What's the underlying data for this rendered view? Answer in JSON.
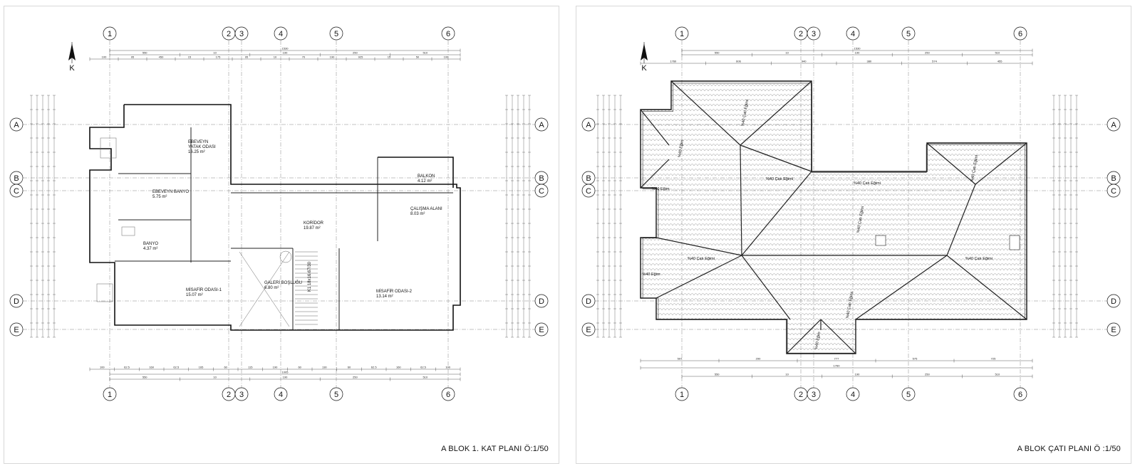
{
  "sheets": {
    "left": {
      "title": "A BLOK  1. KAT PLANI Ö:1/50",
      "north": "K",
      "rooms": [
        {
          "name": "EBEVEYN",
          "line2": "YATAK ODASI",
          "area": "16.25 m²"
        },
        {
          "name": "EBEVEYN BANYO",
          "area": "5.75 m²"
        },
        {
          "name": "BANYO",
          "area": "4.37 m²"
        },
        {
          "name": "MİSAFİR ODASI-1",
          "area": "15.07 m²"
        },
        {
          "name": "GALERİ BOŞLUĞU",
          "area": "6.80 m²"
        },
        {
          "name": "KORİDOR",
          "area": "19.87 m²"
        },
        {
          "name": "BALKON",
          "area": "4.12 m²"
        },
        {
          "name": "ÇALIŞMA ALANI",
          "area": "8.03 m²"
        },
        {
          "name": "MİSAFİR ODASI-2",
          "area": "13.14 m²"
        }
      ],
      "stair": "K1 18x16.67/30"
    },
    "right": {
      "title": "A BLOK ÇATI PLANI Ö :1/50",
      "north": "K",
      "slope_label": "%40 Çatı Eğimi",
      "slope_short": "%40 Eğim"
    }
  },
  "grid": {
    "columns": [
      "1",
      "2",
      "3",
      "4",
      "5",
      "6"
    ],
    "rows": [
      "A",
      "B",
      "C",
      "D",
      "E"
    ]
  },
  "dimensions": {
    "top_total": "1530",
    "top_row1": [
      "550",
      "10",
      "190",
      "250",
      "510"
    ],
    "top_row2": [
      "100",
      "95",
      "450",
      "15",
      "175",
      "95",
      "10",
      "70",
      "190",
      "925",
      "15",
      "50",
      "100"
    ],
    "bottom_total": "1005",
    "bottom_row1": [
      "100",
      "62.5",
      "160",
      "62.5",
      "165",
      "60",
      "115",
      "190",
      "60",
      "130",
      "60",
      "62.5",
      "160",
      "62.5",
      "100"
    ],
    "roof_top": [
      "1760",
      "606",
      "940",
      "380",
      "574",
      "455"
    ],
    "roof_bottom": [
      "597",
      "290",
      "777",
      "575",
      "725"
    ]
  }
}
